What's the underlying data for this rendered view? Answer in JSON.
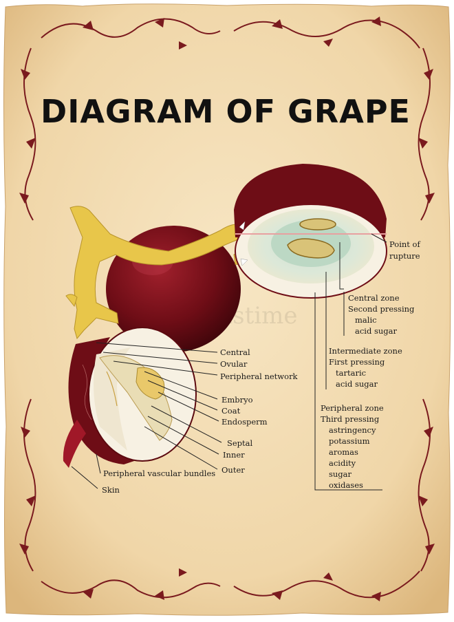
{
  "title": "DIAGRAM OF GRAPE",
  "watermark": "dreamstime",
  "colors": {
    "parchment": "#f3dcb4",
    "parchment_edge": "#d9b57e",
    "ornament": "#7a1a1e",
    "grape_dark": "#5c0a10",
    "grape_mid": "#8a1520",
    "pulp": "#dfe9d6",
    "stem": "#e8c64a"
  },
  "labels": {
    "central": "Central",
    "ovular": "Ovular",
    "peripheral_network": "Peripheral network",
    "embryo": "Embryo",
    "coat": "Coat",
    "endosperm": "Endosperm",
    "septal": "Septal",
    "inner": "Inner",
    "outer": "Outer",
    "peripheral_vascular": "Peripheral vascular bundles",
    "skin": "Skin",
    "rupture_1": "Point of",
    "rupture_2": "rupture"
  },
  "zones": {
    "central": [
      "Central zone",
      "Second pressing",
      "malic",
      "acid sugar"
    ],
    "intermediate": [
      "Intermediate zone",
      "First pressing",
      "tartaric",
      "acid sugar"
    ],
    "peripheral": [
      "Peripheral zone",
      "Third pressing",
      "astringency",
      "potassium",
      "aromas",
      "acidity",
      "sugar",
      "oxidases"
    ]
  }
}
